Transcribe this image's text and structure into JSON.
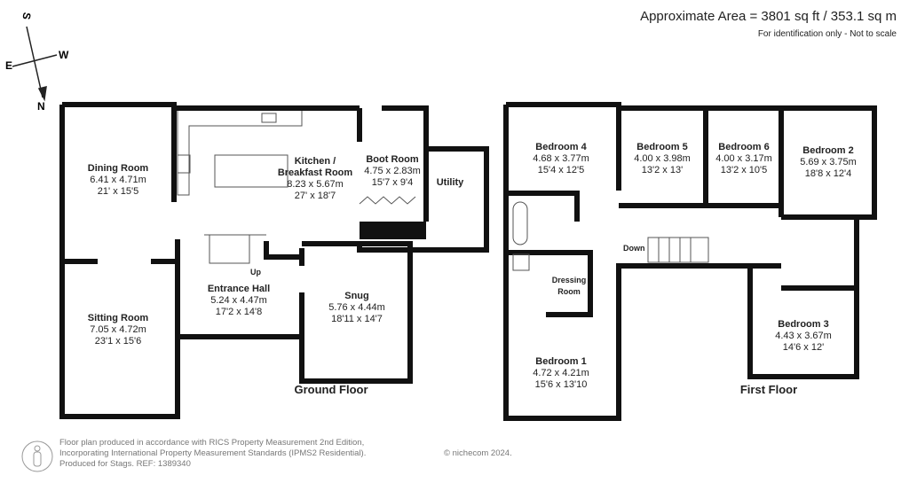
{
  "header": {
    "area": "Approximate Area = 3801 sq ft / 353.1 sq m",
    "note": "For identification only - Not to scale"
  },
  "compass": {
    "n": "N",
    "s": "S",
    "e": "E",
    "w": "W"
  },
  "ground_floor": {
    "title": "Ground Floor",
    "rooms": [
      {
        "name": "Dining Room",
        "metric": "6.41 x 4.71m",
        "imperial": "21' x 15'5"
      },
      {
        "name": "Kitchen / Breakfast Room",
        "metric": "8.23 x 5.67m",
        "imperial": "27' x 18'7"
      },
      {
        "name": "Boot Room",
        "metric": "4.75 x 2.83m",
        "imperial": "15'7 x 9'4"
      },
      {
        "name": "Utility",
        "metric": "",
        "imperial": ""
      },
      {
        "name": "Entrance Hall",
        "metric": "5.24 x 4.47m",
        "imperial": "17'2 x 14'8"
      },
      {
        "name": "Snug",
        "metric": "5.76 x 4.44m",
        "imperial": "18'11 x 14'7"
      },
      {
        "name": "Sitting Room",
        "metric": "7.05 x 4.72m",
        "imperial": "23'1 x 15'6"
      }
    ],
    "stairs_label": "Up"
  },
  "first_floor": {
    "title": "First Floor",
    "rooms": [
      {
        "name": "Bedroom 4",
        "metric": "4.68 x 3.77m",
        "imperial": "15'4 x 12'5"
      },
      {
        "name": "Bedroom 5",
        "metric": "4.00 x 3.98m",
        "imperial": "13'2 x 13'"
      },
      {
        "name": "Bedroom 6",
        "metric": "4.00 x 3.17m",
        "imperial": "13'2 x 10'5"
      },
      {
        "name": "Bedroom 2",
        "metric": "5.69 x 3.75m",
        "imperial": "18'8 x 12'4"
      },
      {
        "name": "Dressing Room",
        "metric": "",
        "imperial": ""
      },
      {
        "name": "Bedroom 1",
        "metric": "4.72 x 4.21m",
        "imperial": "15'6 x 13'10"
      },
      {
        "name": "Bedroom 3",
        "metric": "4.43 x 3.67m",
        "imperial": "14'6 x 12'"
      }
    ],
    "stairs_label": "Down"
  },
  "footer": {
    "line1": "Floor plan produced in accordance with RICS Property Measurement 2nd Edition,",
    "line2": "Incorporating International Property Measurement Standards (IPMS2 Residential).",
    "line3": "Produced for Stags.   REF: 1389340",
    "copyright": "© nichecom 2024."
  }
}
